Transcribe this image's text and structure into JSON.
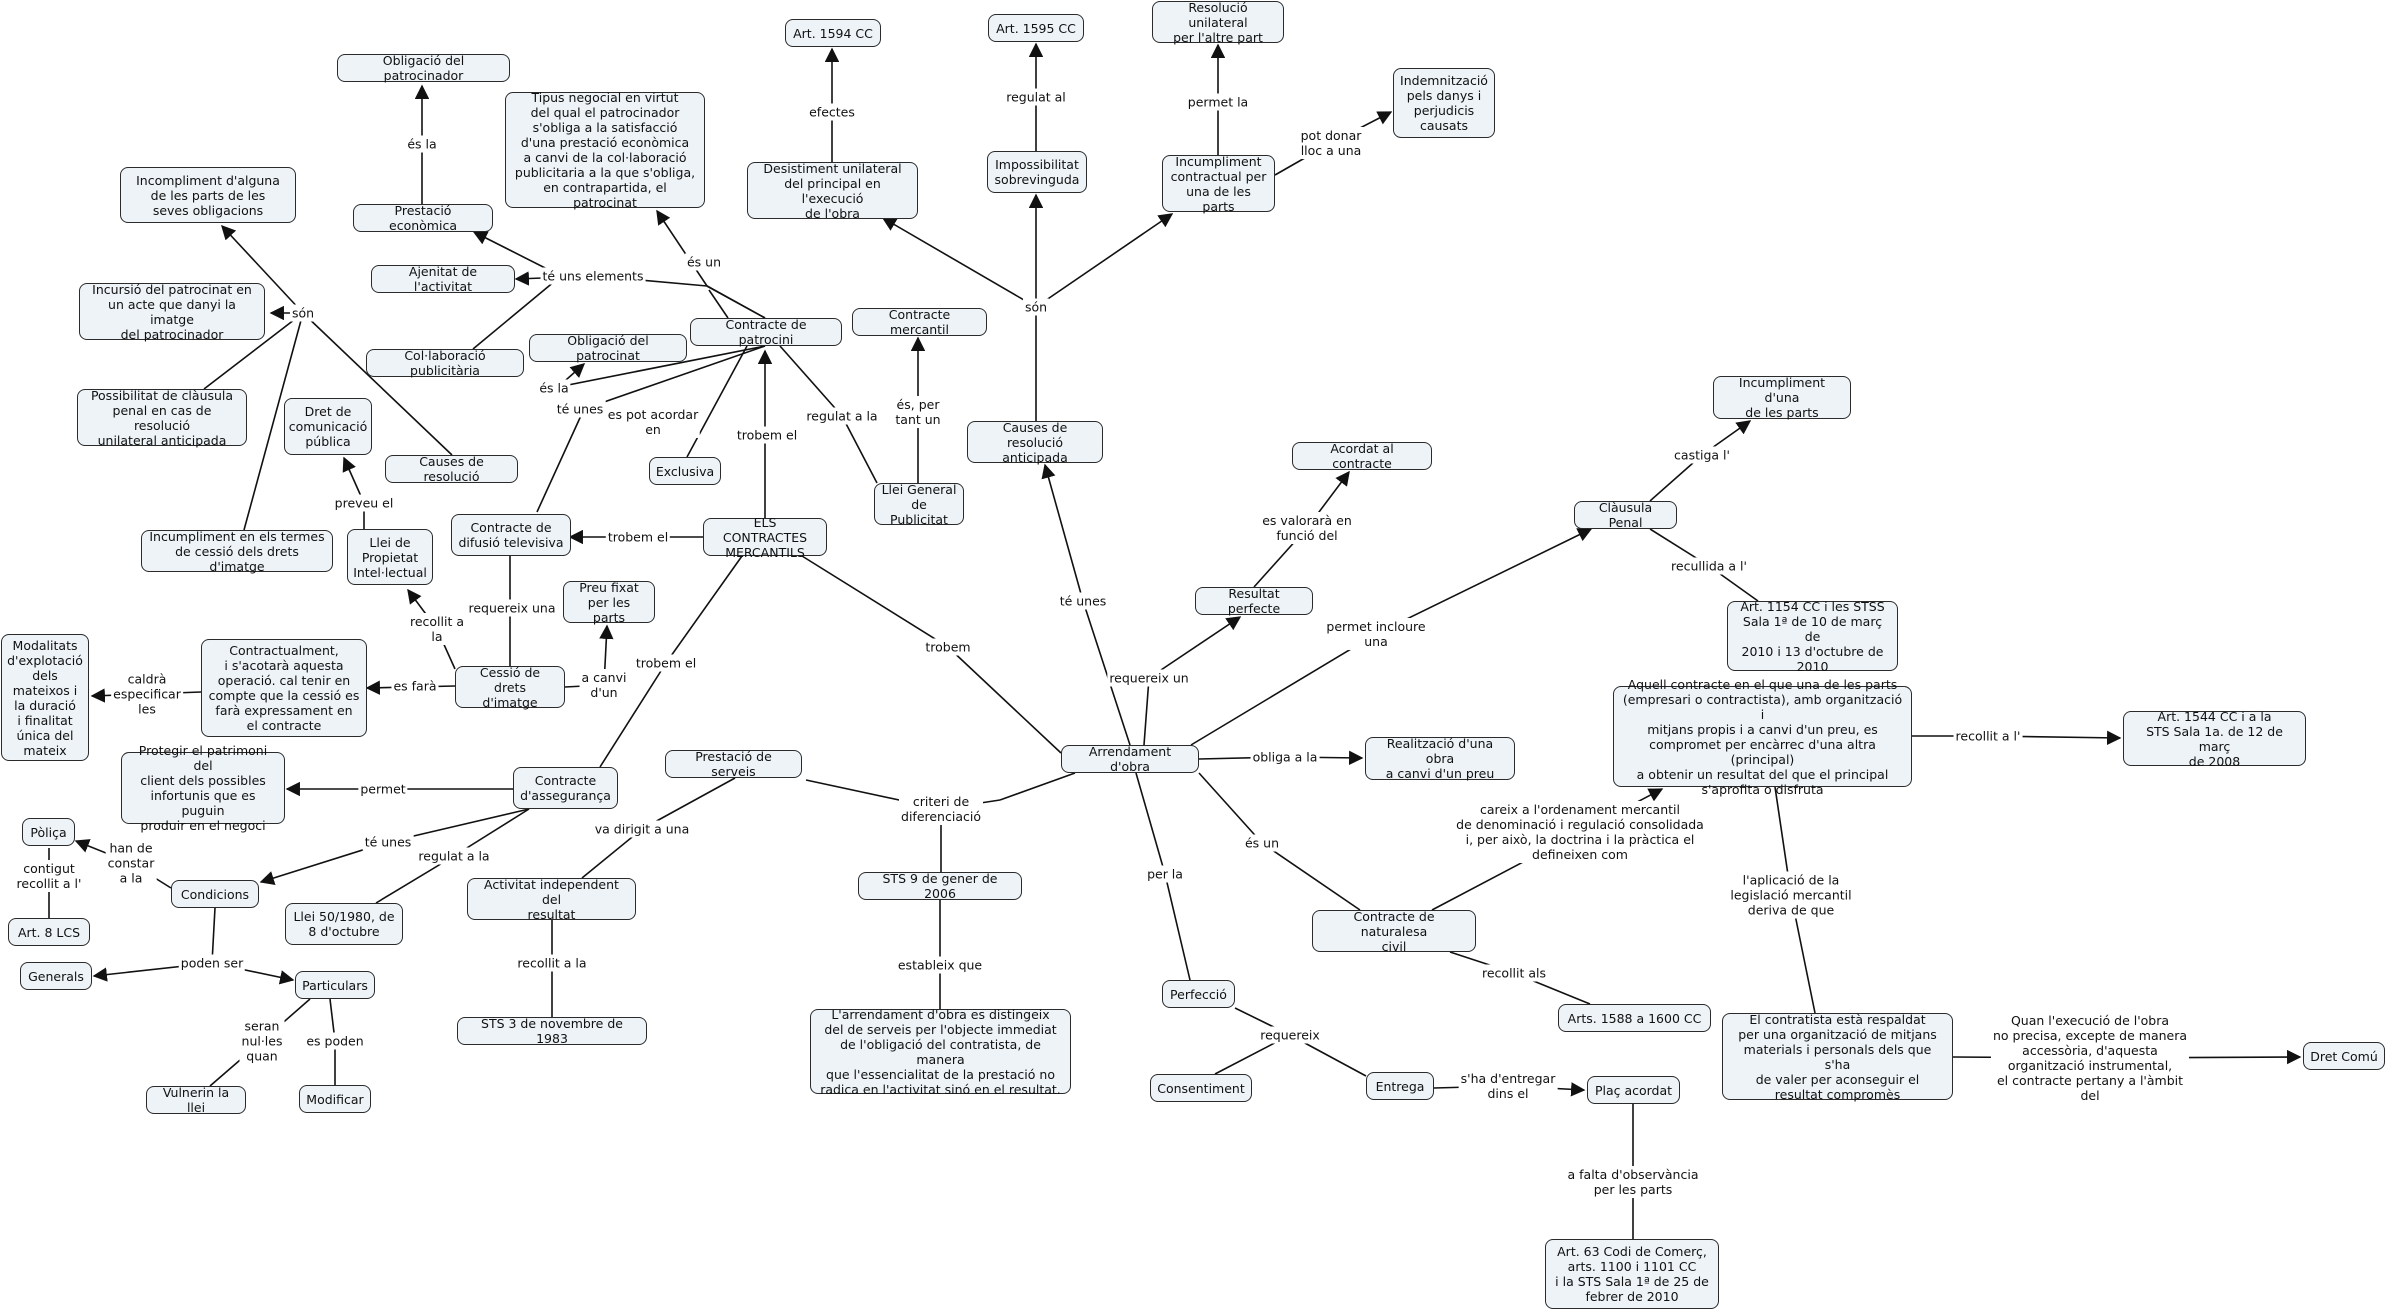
{
  "nodes": {
    "main": "ELS CONTRACTES\nMERCANTILS",
    "patrocini": "Contracte de patrocini",
    "tipus": "Tipus negocial en virtut\ndel qual el patrocinador\ns'obliga a la satisfacció\nd'una prestació econòmica\na canvi de la col·laboració\npublicitaria a la que s'obliga,\nen contrapartida, el patrocinat",
    "oblig_patrocinador": "Obligació del patrocinador",
    "prestacio_econ": "Prestació econòmica",
    "ajenitat": "Ajenitat de l'activitat",
    "colaboracio": "Col·laboració publicitària",
    "oblig_patrocinat": "Obligació del patrocinat",
    "exclusiva": "Exclusiva",
    "incompl_alguna": "Incompliment d'alguna\nde les parts de les\nseves obligacions",
    "incursio": "Incursió del patrocinat en\nun acte que danyi la imatge\ndel patrocinador",
    "possibilitat_clausula": "Possibilitat de clàusula\npenal en cas de resolució\nunilateral anticipada",
    "causes_resolucio": "Causes de resolució",
    "incompl_termes": "Incumpliment en els termes\nde cessió dels drets d'imatge",
    "dret_comunicacio": "Dret de\ncomunicació\npública",
    "llei_propietat": "Llei de\nPropietat\nIntel·lectual",
    "difusio": "Contracte de\ndifusió televisiva",
    "preu_fixat": "Preu fixat\nper les parts",
    "cessio": "Cessió de drets\nd'imatge",
    "contractualment": "Contractualment,\ni s'acotarà aquesta\noperació. cal tenir en\ncompte que la cessió es\nfarà expressament en\nel contracte",
    "modalitats": "Modalitats\nd'explotació\ndels\nmateixos i\nla duració\ni finalitat\núnica del\nmateix",
    "protegir": "Protegir el patrimoni del\nclient dels possibles\ninfortunis que es puguin\nproduir en el negoci",
    "asseguranca": "Contracte\nd'assegurança",
    "polissa": "Pòliça",
    "art8": "Art. 8 LCS",
    "condicions": "Condicions",
    "llei50": "Llei 50/1980, de\n8 d'octubre",
    "generals": "Generals",
    "particulars": "Particulars",
    "vulnerin": "Vulnerin la llei",
    "modificar": "Modificar",
    "art1594": "Art. 1594 CC",
    "desistiment": "Desistiment unilateral\ndel principal en l'execució\nde l'obra",
    "art1595": "Art. 1595 CC",
    "impossibilitat": "Impossibilitat\nsobrevinguda",
    "resolucio_unilateral": "Resolució unilateral\nper l'altre part",
    "incompliment_contractual": "Incumpliment\ncontractual per\nuna de les parts",
    "indemnitzacio": "Indemnització\npels danys i\nperjudicis\ncausats",
    "contracte_mercantil": "Contracte mercantil",
    "llei_general": "Llei General\nde Publicitat",
    "causes_anticipada": "Causes de resolució\nanticipada",
    "acordat": "Acordat al contracte",
    "resultat": "Resultat perfecte",
    "incompl_una": "Incumpliment d'una\nde les parts",
    "clausula_penal": "Clàusula Penal",
    "art1154": "Art. 1154 CC i les STSS\nSala 1ª de 10 de març de\n2010 i 13 d'octubre de\n2010",
    "aquell": "Aquell contracte en el que una de les parts\n(empresari o contractista), amb organització i\nmitjans propis i a canvi d'un preu, es\ncompromet per encàrrec d'una altra (principal)\na obtenir un resultat del que el principal\ns'aprofita o disfruta",
    "art1544": "Art. 1544 CC i a la\nSTS Sala 1a. de 12 de març\nde 2008",
    "prestacio_serveis": "Prestació de serveis",
    "arrendament": "Arrendament d'obra",
    "realitzacio": "Realització d'una obra\na canvi d'un preu",
    "activitat": "Activitat independent del\nresultat",
    "sts2006": "STS 9 de gener de 2006",
    "sts1983": "STS 3 de novembre de 1983",
    "larrendament": "L'arrendament d'obra es distingeix\ndel de serveis per l'objecte immediat\nde l'obligació del contratista, de manera\nque l'essencialitat de la prestació no\nradica en l'activitat sinó en el resultat.",
    "naturalesa": "Contracte de naturalesa\ncivil",
    "arts1588": "Arts. 1588 a 1600 CC",
    "perfeccio": "Perfecció",
    "consentiment": "Consentiment",
    "entrega": "Entrega",
    "plac": "Plaç acordat",
    "art63": "Art. 63 Codi de Comerç,\narts. 1100 i 1101 CC\ni la STS Sala 1ª de 25 de\nfebrer de 2010",
    "contratista": "El contratista està respaldat\nper una organització de mitjans\nmaterials i personals dels que s'ha\nde valer per aconseguir el\nresultat compromès",
    "dret_comu": "Dret Comú"
  },
  "labels": {
    "es_la_1": "és la",
    "te_uns_elements": "té uns elements",
    "es_un_1": "és un",
    "son_1": "són",
    "es_la_2": "és la",
    "te_unes_1": "té unes",
    "es_pot_acordar_en": "es pot acordar\nen",
    "trobem_el_1": "trobem el",
    "regulat_a_la_1": "regulat a la",
    "es_per_tant_un": "és, per\ntant un",
    "preveu_el": "preveu el",
    "trobem_el_2": "trobem el",
    "requereix_una": "requereix una",
    "recollit_a_la": "recollit a\nla",
    "a_canvi_dun": "a canvi\nd'un",
    "es_fara": "es farà",
    "caldra_especificar_les": "caldrà\nespecificar\nles",
    "trobem_el_3": "trobem el",
    "permet": "permet",
    "han_de_constar_a_la": "han de\nconstar\na la",
    "contigut_recollit_a_l": "contigut\nrecollit a l'",
    "te_unes_2": "té unes",
    "regulat_a_la_2": "regulat a la",
    "poden_ser": "poden ser",
    "seran_nul_les_quan": "seran\nnul·les\nquan",
    "es_poden": "es poden",
    "efectes": "efectes",
    "regulat_al": "regulat al",
    "permet_la": "permet la",
    "pot_donar_lloc_a_una": "pot donar\nlloc a una",
    "son_2": "són",
    "te_unes_3": "té unes",
    "trobem": "trobem",
    "es_valorara_en_funcio_del": "es valorarà en\nfunció del",
    "requereix_un": "requereix un",
    "castiga_l": "castiga l'",
    "recullida_a_l": "recullida a l'",
    "permet_incloure_una": "permet incloure\nuna",
    "va_dirigit_a_una": "va dirigit a una",
    "criteri_de_diferenciacio": "criteri de\ndiferenciació",
    "obliga_a_la": "obliga a la",
    "recollit_a_l_1": "recollit a l'",
    "careix": "careix a l'ordenament mercantil\nde denominació i regulació consolidada\ni, per això, la doctrina i la pràctica el\ndefineixen com",
    "recollit_a_la_2": "recollit a la",
    "estableix_que": "estableix que",
    "es_un_2": "és un",
    "per_la": "per la",
    "recollit_als": "recollit als",
    "laplicacio": "l'aplicació de la\nlegislació mercantil\nderiva de que",
    "requereix": "requereix",
    "sha_dentregar_dins_el": "s'ha d'entregar\ndins el",
    "a_falta_dobservancia": "a falta d'observància\nper les parts",
    "quan_lexecucio": "Quan l'execució de l'obra\nno precisa, excepte de manera\naccessòria, d'aquesta\norganització instrumental,\nel contracte pertany a l'àmbit\ndel"
  }
}
